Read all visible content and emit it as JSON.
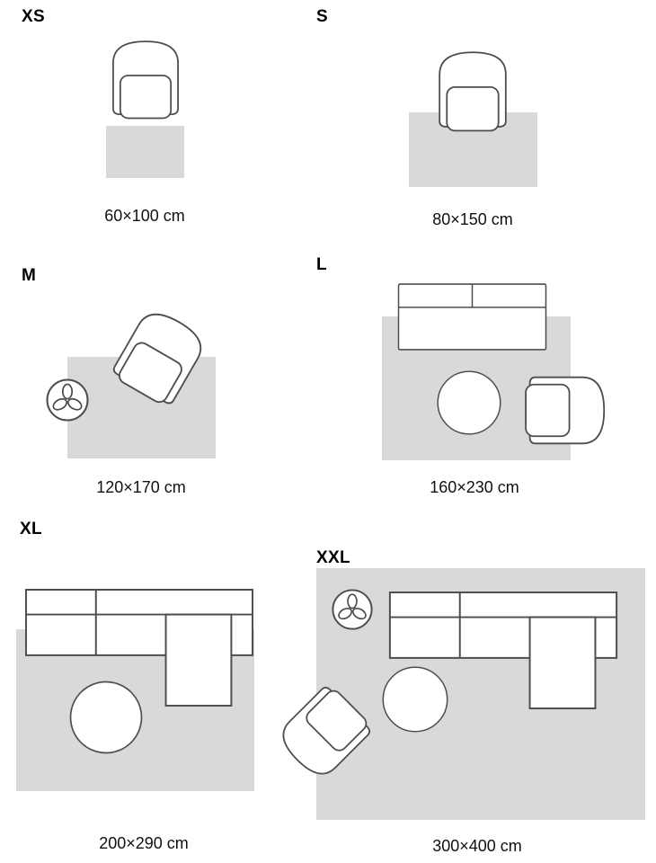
{
  "colors": {
    "rug_fill": "#d9d9d9",
    "furniture_outline": "#4d4d4d",
    "text": "#111111"
  },
  "sizes": [
    {
      "label": "XS",
      "dimensions": "60×100 cm"
    },
    {
      "label": "S",
      "dimensions": "80×150 cm"
    },
    {
      "label": "M",
      "dimensions": "120×170 cm"
    },
    {
      "label": "L",
      "dimensions": "160×230 cm"
    },
    {
      "label": "XL",
      "dimensions": "200×290 cm"
    },
    {
      "label": "XXL",
      "dimensions": "300×400 cm"
    }
  ],
  "icons": [
    "armchair-icon",
    "sofa-icon",
    "sectional-sofa-icon",
    "coffee-table-icon",
    "plant-icon",
    "rug-swatch"
  ]
}
